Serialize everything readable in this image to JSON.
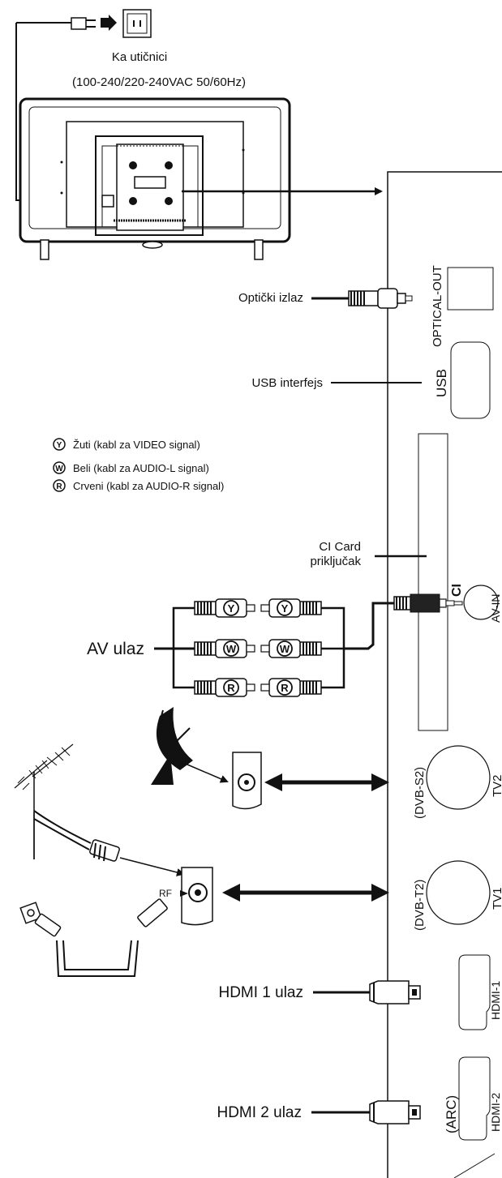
{
  "power": {
    "outlet_label": "Ka utičnici",
    "voltage_label": "(100-240/220-240VAC 50/60Hz)"
  },
  "labels": {
    "optical_out": "Optički izlaz",
    "usb_interface": "USB interfejs",
    "ci_card": "CI Card",
    "ci_card_2": "priključak",
    "av_input": "AV ulaz",
    "rf": "RF",
    "hdmi1_input": "HDMI 1 ulaz",
    "hdmi2_input": "HDMI 2 ulaz"
  },
  "legend": [
    {
      "letter": "Y",
      "text": "Žuti (kabl za VIDEO signal)"
    },
    {
      "letter": "W",
      "text": "Beli (kabl za AUDIO-L signal)"
    },
    {
      "letter": "R",
      "text": "Crveni (kabl za AUDIO-R signal)"
    }
  ],
  "ports": {
    "optical": "OPTICAL-OUT",
    "usb": "USB",
    "ci": "CI",
    "av_in": "AV-IN",
    "dvb_s2": "(DVB-S2)",
    "tv2": "TV2",
    "dvb_t2": "(DVB-T2)",
    "tv1": "TV1",
    "hdmi1": "HDMI-1",
    "hdmi2": "HDMI-2",
    "arc": "(ARC)"
  },
  "rca_letters": [
    "Y",
    "W",
    "R"
  ]
}
